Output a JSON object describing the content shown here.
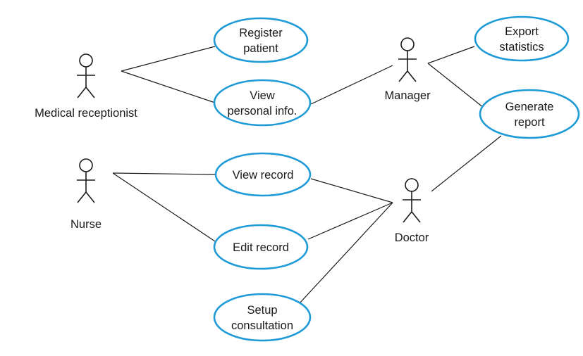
{
  "colors": {
    "usecase_border": "#1e9bd7",
    "line": "#1a1a1a",
    "text": "#1a1a1a",
    "background": "#ffffff"
  },
  "actors": [
    {
      "id": "medical-receptionist",
      "label": "Medical receptionist"
    },
    {
      "id": "nurse",
      "label": "Nurse"
    },
    {
      "id": "manager",
      "label": "Manager"
    },
    {
      "id": "doctor",
      "label": "Doctor"
    }
  ],
  "use_cases": [
    {
      "id": "register-patient",
      "lines": [
        "Register",
        "patient"
      ]
    },
    {
      "id": "view-personal-info",
      "lines": [
        "View",
        "personal info."
      ]
    },
    {
      "id": "view-record",
      "lines": [
        "View record"
      ]
    },
    {
      "id": "edit-record",
      "lines": [
        "Edit record"
      ]
    },
    {
      "id": "setup-consultation",
      "lines": [
        "Setup",
        "consultation"
      ]
    },
    {
      "id": "export-statistics",
      "lines": [
        "Export",
        "statistics"
      ]
    },
    {
      "id": "generate-report",
      "lines": [
        "Generate",
        "report"
      ]
    }
  ],
  "associations": [
    {
      "actor": "medical-receptionist",
      "use_case": "register-patient"
    },
    {
      "actor": "medical-receptionist",
      "use_case": "view-personal-info"
    },
    {
      "actor": "manager",
      "use_case": "view-personal-info"
    },
    {
      "actor": "manager",
      "use_case": "export-statistics"
    },
    {
      "actor": "manager",
      "use_case": "generate-report"
    },
    {
      "actor": "nurse",
      "use_case": "view-record"
    },
    {
      "actor": "nurse",
      "use_case": "edit-record"
    },
    {
      "actor": "doctor",
      "use_case": "view-record"
    },
    {
      "actor": "doctor",
      "use_case": "edit-record"
    },
    {
      "actor": "doctor",
      "use_case": "setup-consultation"
    },
    {
      "actor": "doctor",
      "use_case": "generate-report"
    }
  ]
}
